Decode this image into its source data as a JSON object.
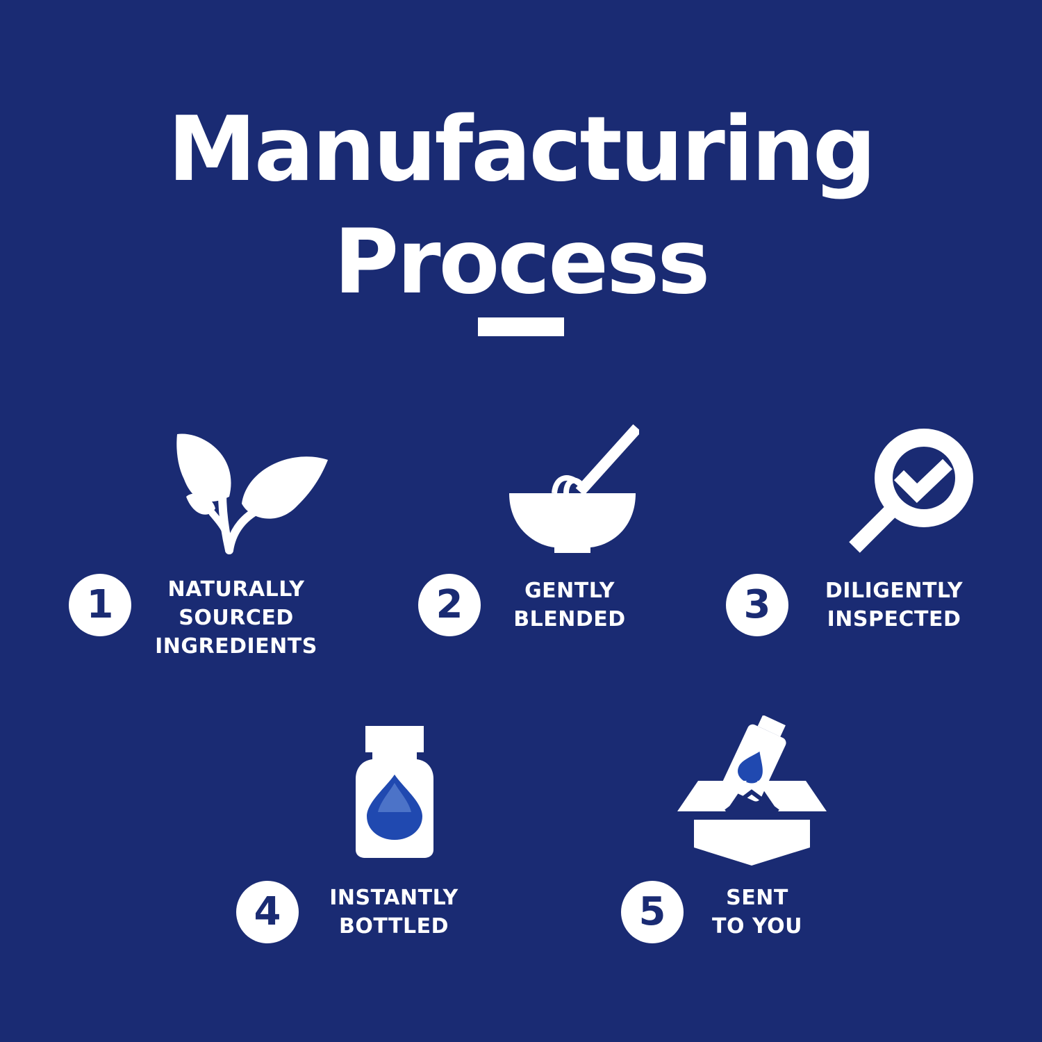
{
  "title": {
    "line1": "Manufacturing",
    "line2": "Process"
  },
  "colors": {
    "background": "#1a2b73",
    "foreground": "#ffffff",
    "accent": "#2049b0"
  },
  "steps": [
    {
      "number": "1",
      "label_lines": [
        "NATURALLY",
        "SOURCED",
        "INGREDIENTS"
      ],
      "icon": "sprout-leaves-icon"
    },
    {
      "number": "2",
      "label_lines": [
        "GENTLY",
        "BLENDED"
      ],
      "icon": "mixing-bowl-whisk-icon"
    },
    {
      "number": "3",
      "label_lines": [
        "DILIGENTLY",
        "INSPECTED"
      ],
      "icon": "magnifier-check-icon"
    },
    {
      "number": "4",
      "label_lines": [
        "INSTANTLY",
        "BOTTLED"
      ],
      "icon": "bottle-drop-icon"
    },
    {
      "number": "5",
      "label_lines": [
        "SENT",
        "TO YOU"
      ],
      "icon": "box-bottle-icon"
    }
  ]
}
